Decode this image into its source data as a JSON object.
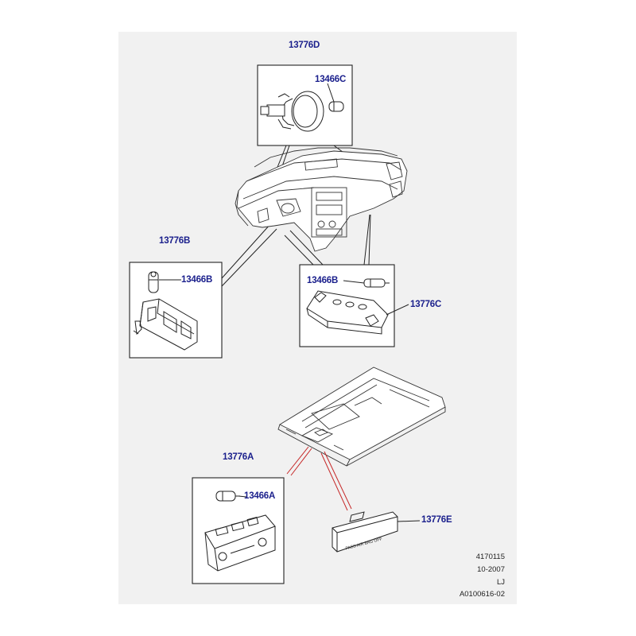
{
  "callouts": {
    "c13776D": "13776D",
    "c13466C": "13466C",
    "c13776B": "13776B",
    "c13466B_left": "13466B",
    "c13466B_right": "13466B",
    "c13776C": "13776C",
    "c13776A": "13776A",
    "c13466A": "13466A",
    "c13776E": "13776E"
  },
  "switch_text": "PASS AIR BAG OFF",
  "info": {
    "line1": "4170115",
    "line2": "10-2007",
    "line3": "LJ",
    "line4": "A0100616-02"
  },
  "colors": {
    "label": "#1a1f8c",
    "leader_red": "#c62828",
    "line": "#222222",
    "background": "#f1f1f1"
  }
}
